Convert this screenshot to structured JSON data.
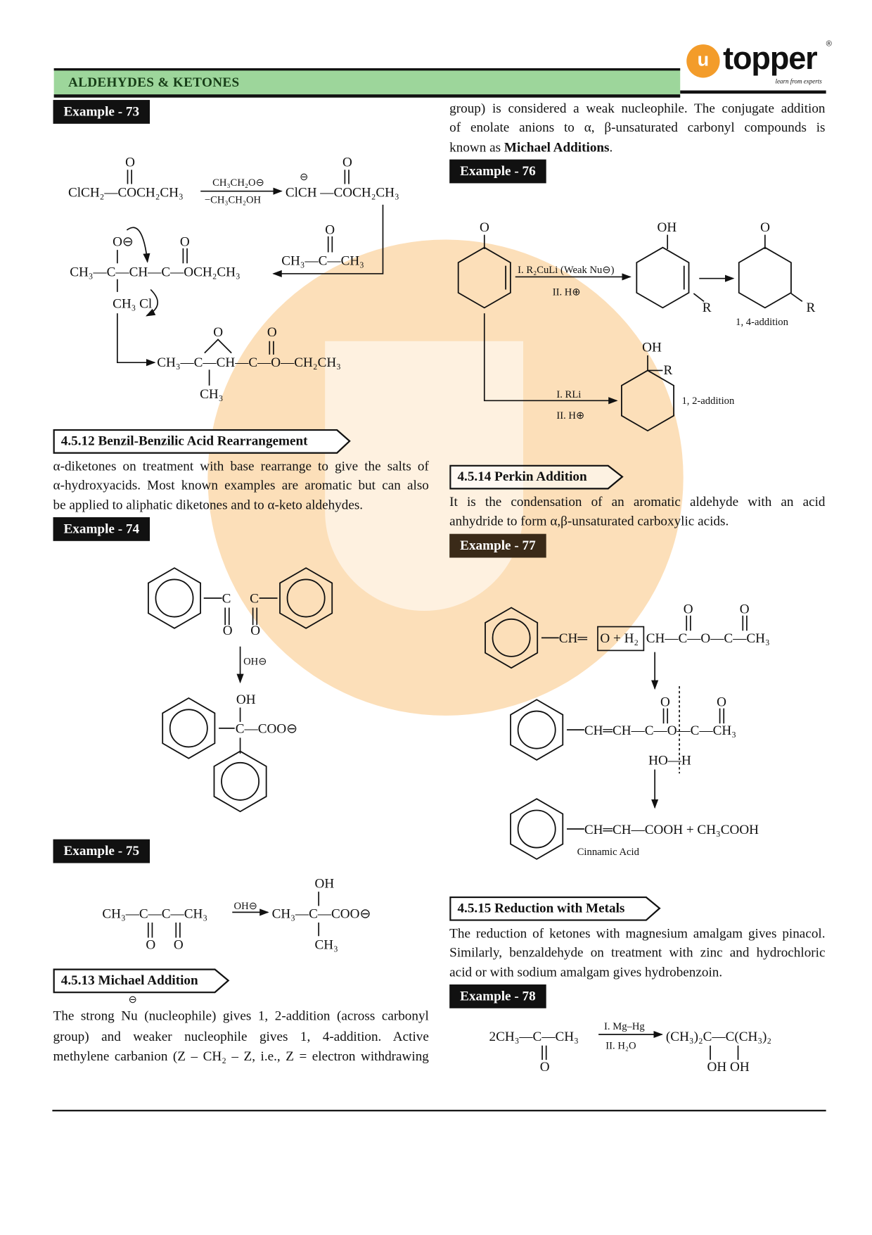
{
  "header": {
    "title": "ALDEHYDES & KETONES",
    "logo_text": "topper",
    "logo_mark": "u",
    "logo_tagline": "learn from experts",
    "logo_reg": "®"
  },
  "examples": {
    "e73": "Example - 73",
    "e74": "Example - 74",
    "e75": "Example - 75",
    "e76": "Example - 76",
    "e77": "Example - 77",
    "e78": "Example - 78"
  },
  "sections": {
    "s4512": {
      "title": "4.5.12  Benzil-Benzilic Acid Rearrangement",
      "lines": [
        "α-diketones on treatment with base rearrange to give the salts of",
        "α-hydroxyacids. Most known examples are aromatic but can also",
        "be applied to aliphatic diketones and to α-keto aldehydes."
      ]
    },
    "s4513": {
      "title": "4.5.13  Michael Addition",
      "lines": [
        "The strong Nu (nucleophile) gives 1, 2-addition (across carbonyl",
        "group) and weaker nucleophile gives 1, 4-addition. Active",
        "methylene carbanion (Z – CH₂ – Z, i.e., Z = electron withdrawing"
      ],
      "nu_charge": "⊖"
    },
    "s4513_cont": {
      "lines": [
        "group) is considered a weak nucleophile. The conjugate addition",
        "of enolate anions to α, β-unsaturated carbonyl compounds is"
      ],
      "last_prefix": "known as ",
      "last_bold": "Michael Additions",
      "last_suffix": "."
    },
    "s4514": {
      "title": "4.5.14  Perkin Addition",
      "lines": [
        "It is the condensation of an aromatic aldehyde with an acid",
        "anhydride to form α,β-unsaturated carboxylic acids."
      ]
    },
    "s4515": {
      "title": "4.5.15  Reduction with Metals",
      "lines": [
        "The reduction of ketones with magnesium amalgam gives pinacol.",
        "Similarly, benzaldehyde on treatment with zinc and hydrochloric",
        "acid or with sodium amalgam gives hydrobenzoin."
      ]
    }
  },
  "ex73": {
    "o": "O",
    "reactant": "ClCH₂—COCH₂CH₃",
    "reagent": "CH₃CH₂O⊖",
    "byproduct": "−CH₃CH₂OH",
    "carbanion_charge": "⊖",
    "product": "ClCH —COCH₂CH₃",
    "oxy_anion": "O⊖",
    "intermediate": "CH₃—C—CH—C—OCH₂CH₃",
    "substituents": "CH₃ Cl",
    "ketone": "CH₃—C—CH₃",
    "epoxide": "CH₃—C—CH—C—O—CH₂CH₃",
    "methyl": "CH₃"
  },
  "ex74": {
    "o": "O",
    "c": "C",
    "reagent": "OH⊖",
    "oh": "OH",
    "product": "C—COO⊖"
  },
  "ex75": {
    "reactant": "CH₃—C—C—CH₃",
    "o": "O",
    "reagent": "OH⊖",
    "product": "CH₃—C—COO⊖",
    "oh": "OH",
    "methyl": "CH₃"
  },
  "ex76": {
    "o": "O",
    "reagent1": "I. R₂CuLi (Weak Nu⊖)",
    "reagent2": "II. H⊕",
    "oh": "OH",
    "r": "R",
    "label14": "1, 4-addition",
    "reagent3": "I. RLi",
    "reagent4": "II. H⊕",
    "label12": "1, 2-addition"
  },
  "ex77": {
    "reactant": "CH═",
    "boxed": "O + H₂",
    "reactant2": "CH—C—O—C—CH₃",
    "o": "O",
    "intermediate": "CH═CH—C—O—C—CH₃",
    "ho_h": "HO—H",
    "product": "CH═CH—COOH + CH₃COOH",
    "product_name": "Cinnamic Acid"
  },
  "ex78": {
    "reactant": "2CH₃—C—CH₃",
    "o": "O",
    "reagent1": "I. Mg–Hg",
    "reagent2": "II. H₂O",
    "product": "(CH₃)₂C—C(CH₃)₂",
    "oh": "OH  OH"
  }
}
